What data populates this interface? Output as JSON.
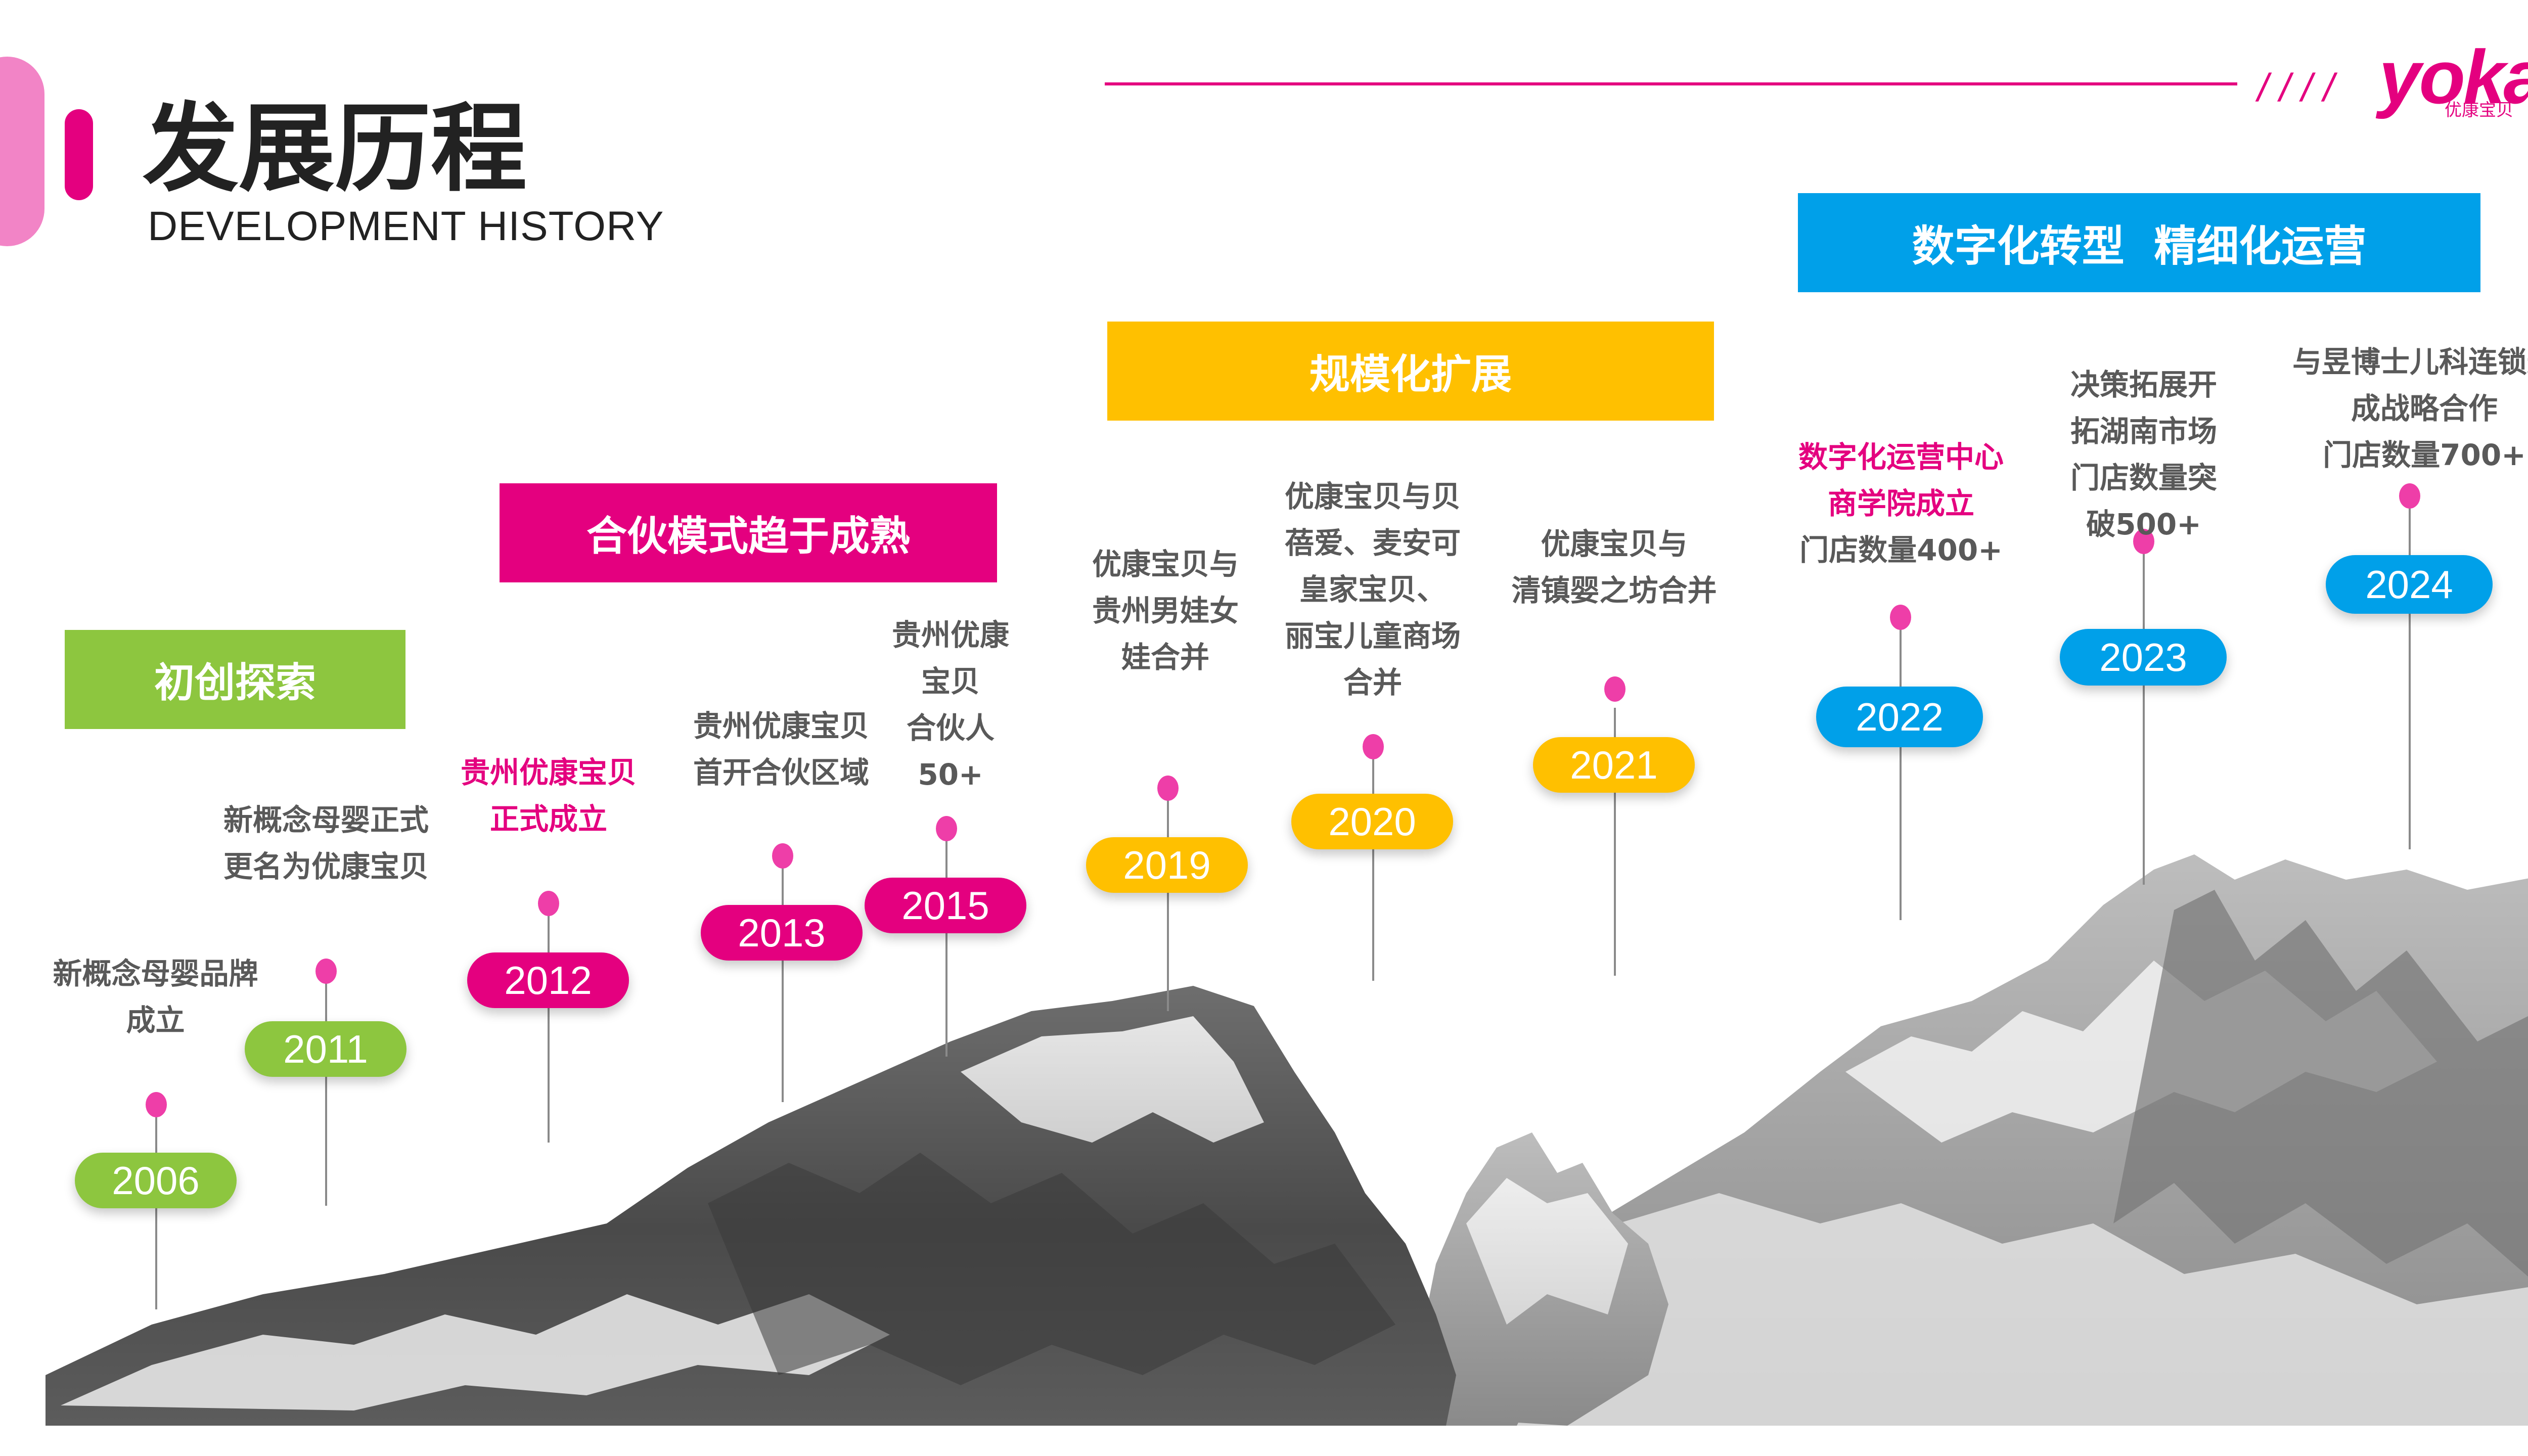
{
  "header": {
    "title_cn": "发展历程",
    "title_en": "DEVELOPMENT HISTORY"
  },
  "logo": {
    "slashes": "/ / / /",
    "brand": "yoka",
    "sub": "优康宝贝"
  },
  "colors": {
    "magenta": "#e4007f",
    "pink": "#f284c6",
    "green": "#8dc63f",
    "yellow": "#ffc000",
    "blue": "#00a0e9",
    "text_gray": "#595959"
  },
  "phases": [
    {
      "label": "初创探索",
      "color": "#8dc63f"
    },
    {
      "label": "合伙模式趋于成熟",
      "color": "#e4007f"
    },
    {
      "label": "规模化扩展",
      "color": "#ffc000"
    },
    {
      "label": "数字化转型  精细化运营",
      "color": "#00a0e9"
    }
  ],
  "timeline": [
    {
      "year": "2006",
      "lines": [
        "新概念母婴品牌",
        "成立"
      ]
    },
    {
      "year": "2011",
      "lines": [
        "新概念母婴正式",
        "更名为优康宝贝"
      ]
    },
    {
      "year": "2012",
      "lines": [
        "贵州优康宝贝",
        "正式成立"
      ]
    },
    {
      "year": "2013",
      "lines": [
        "贵州优康宝贝",
        "首开合伙区域"
      ]
    },
    {
      "year": "2015",
      "lines": [
        "贵州优康",
        "宝贝",
        "合伙人",
        "50+"
      ]
    },
    {
      "year": "2019",
      "lines": [
        "优康宝贝与",
        "贵州男娃女",
        "娃合并"
      ]
    },
    {
      "year": "2020",
      "lines": [
        "优康宝贝与贝",
        "蓓爱、麦安可",
        "皇家宝贝、",
        "丽宝儿童商场",
        "合并"
      ]
    },
    {
      "year": "2021",
      "lines": [
        "优康宝贝与",
        "清镇婴之坊合并"
      ]
    },
    {
      "year": "2022",
      "lines": [
        "数字化运营中心",
        "商学院成立",
        "门店数量400+"
      ]
    },
    {
      "year": "2023",
      "lines": [
        "决策拓展开",
        "拓湖南市场",
        "门店数量突",
        "破500+"
      ]
    },
    {
      "year": "2024",
      "lines": [
        "与昱博士儿科连锁达",
        "成战略合作",
        "门店数量700+"
      ]
    }
  ]
}
